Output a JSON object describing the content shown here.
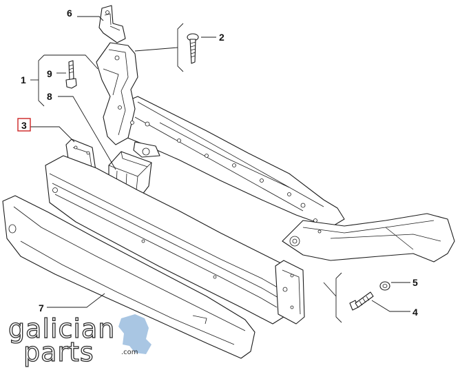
{
  "callouts": {
    "c1": "1",
    "c2": "2",
    "c3": "3",
    "c4": "4",
    "c5": "5",
    "c6": "6",
    "c7": "7",
    "c8": "8",
    "c9": "9"
  },
  "highlight_color": "#cc2222",
  "logo": {
    "line1": "galician",
    "line2": "parts",
    "suffix": ".com",
    "map_color": "#a9c6e3"
  }
}
